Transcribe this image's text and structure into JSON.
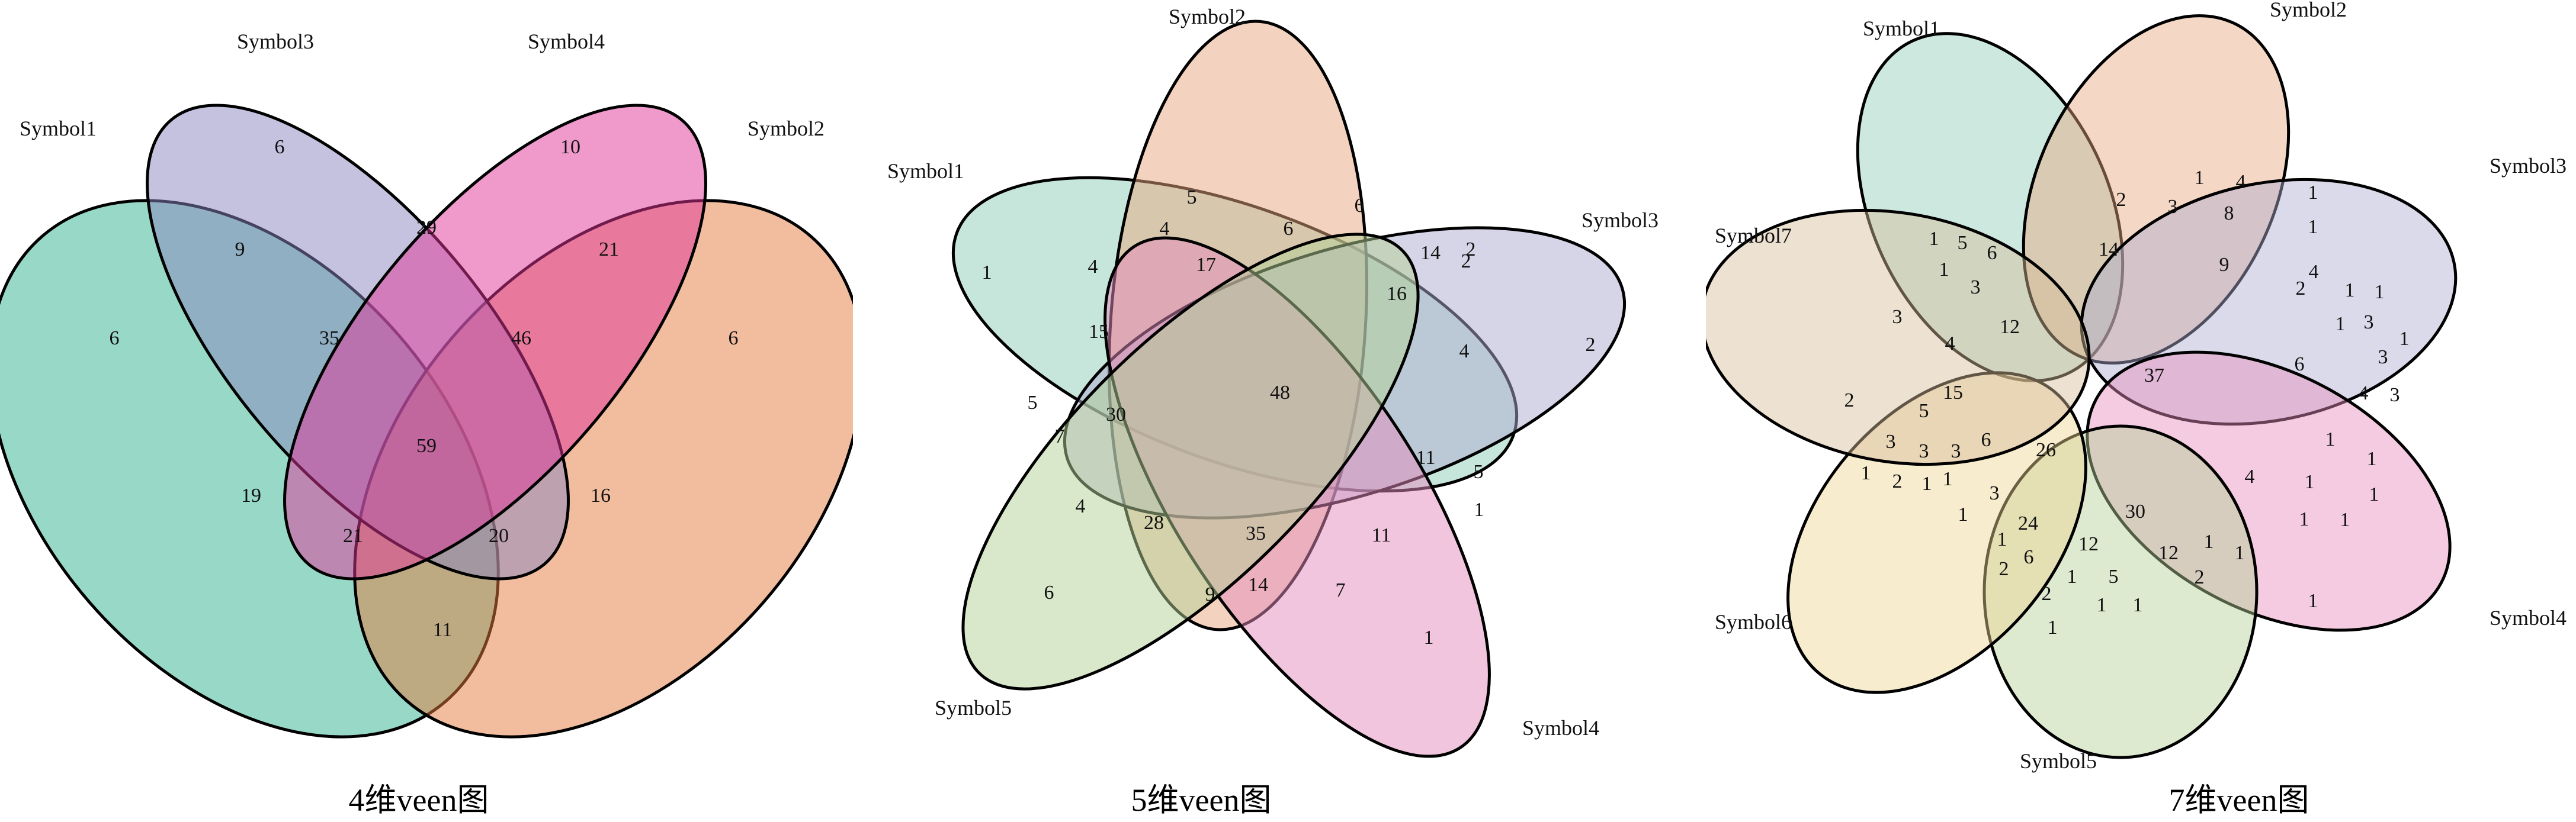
{
  "diagrams": [
    {
      "caption": "4维veen图",
      "sets": [
        {
          "label": "Symbol1",
          "color": "#2fb48d"
        },
        {
          "label": "Symbol2",
          "color": "#e37c3d"
        },
        {
          "label": "Symbol3",
          "color": "#8a86bf"
        },
        {
          "label": "Symbol4",
          "color": "#e1369a"
        }
      ],
      "region_counts": [
        "6",
        "9",
        "6",
        "10",
        "29",
        "21",
        "6",
        "35",
        "46",
        "59",
        "19",
        "16",
        "21",
        "20",
        "11"
      ]
    },
    {
      "caption": "5维veen图",
      "sets": [
        {
          "label": "Symbol1",
          "color": "#8fcdb8"
        },
        {
          "label": "Symbol2",
          "color": "#e7a77f"
        },
        {
          "label": "Symbol3",
          "color": "#aeacd0"
        },
        {
          "label": "Symbol4",
          "color": "#e68bbd"
        },
        {
          "label": "Symbol5",
          "color": "#b4d196"
        }
      ],
      "region_counts": [
        "5",
        "6",
        "1",
        "4",
        "4",
        "6",
        "14",
        "2",
        "17",
        "16",
        "15",
        "4",
        "2",
        "48",
        "5",
        "30",
        "7",
        "11",
        "5",
        "4",
        "1",
        "28",
        "35",
        "11",
        "9",
        "14",
        "7",
        "6",
        "1",
        "2"
      ]
    },
    {
      "caption": "7维veen图",
      "sets": [
        {
          "label": "Symbol1",
          "color": "#8fcdb8"
        },
        {
          "label": "Symbol2",
          "color": "#e7a77f"
        },
        {
          "label": "Symbol3",
          "color": "#aeacd0"
        },
        {
          "label": "Symbol4",
          "color": "#e68bbd"
        },
        {
          "label": "Symbol5",
          "color": "#b4d196"
        },
        {
          "label": "Symbol6",
          "color": "#f0d592"
        },
        {
          "label": "Symbol7",
          "color": "#d6bd99"
        }
      ],
      "region_counts": [
        "1",
        "4",
        "8",
        "1",
        "1",
        "2",
        "3",
        "14",
        "1",
        "5",
        "6",
        "9",
        "1",
        "4",
        "3",
        "12",
        "2",
        "1",
        "1",
        "3",
        "4",
        "1",
        "3",
        "1",
        "37",
        "3",
        "15",
        "6",
        "4",
        "3",
        "5",
        "2",
        "3",
        "26",
        "1",
        "3",
        "3",
        "6",
        "1",
        "1",
        "1",
        "2",
        "1",
        "3",
        "4",
        "1",
        "1",
        "24",
        "30",
        "1",
        "1",
        "1",
        "1",
        "6",
        "12",
        "12",
        "1",
        "1",
        "2",
        "2",
        "1",
        "5",
        "2",
        "1",
        "1",
        "1",
        "1"
      ]
    }
  ]
}
